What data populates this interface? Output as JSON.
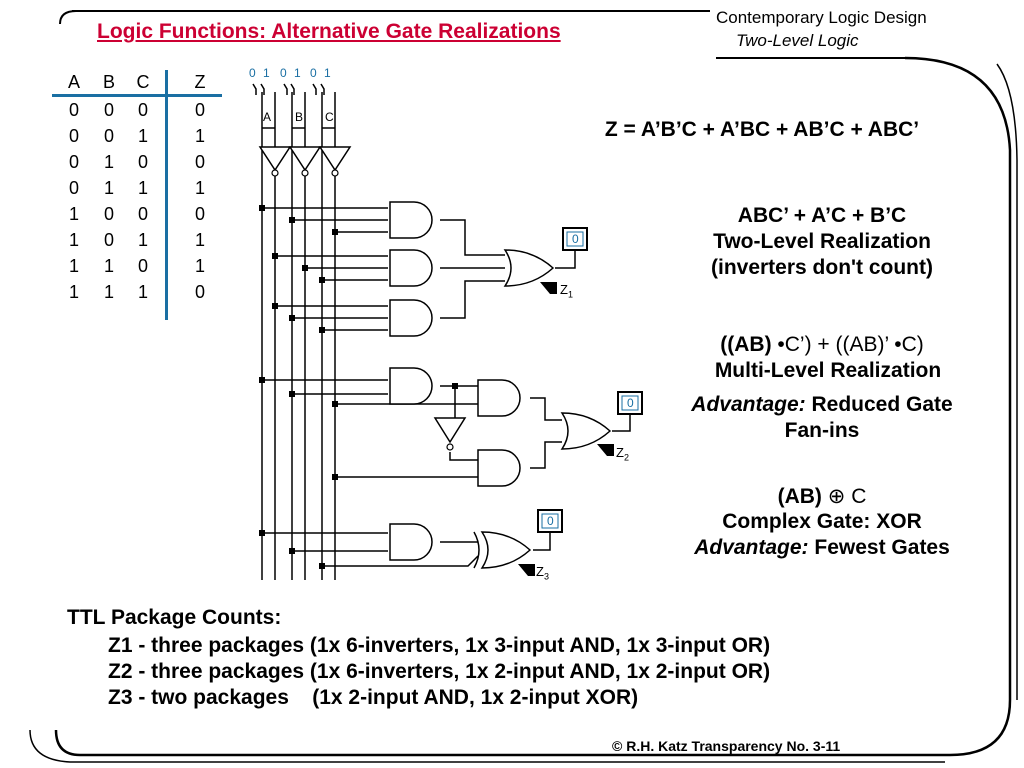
{
  "header": {
    "title": "Logic Functions: Alternative Gate Realizations",
    "course": "Contemporary Logic Design",
    "chapter": "Two-Level Logic"
  },
  "truth_table": {
    "columns": [
      "A",
      "B",
      "C",
      "Z"
    ],
    "rows": [
      [
        "0",
        "0",
        "0",
        "0"
      ],
      [
        "0",
        "0",
        "1",
        "1"
      ],
      [
        "0",
        "1",
        "0",
        "0"
      ],
      [
        "0",
        "1",
        "1",
        "1"
      ],
      [
        "1",
        "0",
        "0",
        "0"
      ],
      [
        "1",
        "0",
        "1",
        "1"
      ],
      [
        "1",
        "1",
        "0",
        "1"
      ],
      [
        "1",
        "1",
        "1",
        "0"
      ]
    ]
  },
  "circuit": {
    "switch_values": [
      "0",
      "1",
      "0",
      "1",
      "0",
      "1"
    ],
    "input_labels": [
      "A",
      "B",
      "C"
    ],
    "probes": [
      "0",
      "0",
      "0"
    ],
    "outputs": [
      {
        "name": "Z",
        "sub": "1"
      },
      {
        "name": "Z",
        "sub": "2"
      },
      {
        "name": "Z",
        "sub": "3"
      }
    ]
  },
  "equation": "Z = A’B’C + A’BC + AB’C + ABC’",
  "two_level": {
    "expr": "ABC’ + A’C + B’C",
    "line1": "Two-Level Realization",
    "line2": "(inverters don't count)"
  },
  "multi_level": {
    "expr_bold": "((AB)",
    "expr_rest": " •C’) + ((AB)’ •C)",
    "line1": "Multi-Level Realization",
    "adv_label": "Advantage:",
    "adv_text": "  Reduced Gate",
    "adv_text2": "Fan-ins"
  },
  "xor": {
    "expr_bold": "(AB)",
    "expr_rest": " ⊕ C",
    "line1": "Complex Gate: XOR",
    "adv_label": "Advantage:",
    "adv_text": " Fewest Gates"
  },
  "ttl": {
    "heading": "TTL Package Counts:",
    "lines": [
      "Z1 - three packages (1x 6-inverters, 1x 3-input AND, 1x 3-input OR)",
      "Z2 - three packages (1x 6-inverters, 1x 2-input AND, 1x 2-input OR)",
      "Z3 - two packages    (1x 2-input AND, 1x 2-input XOR)"
    ]
  },
  "footer": "© R.H. Katz   Transparency  No. 3-11"
}
